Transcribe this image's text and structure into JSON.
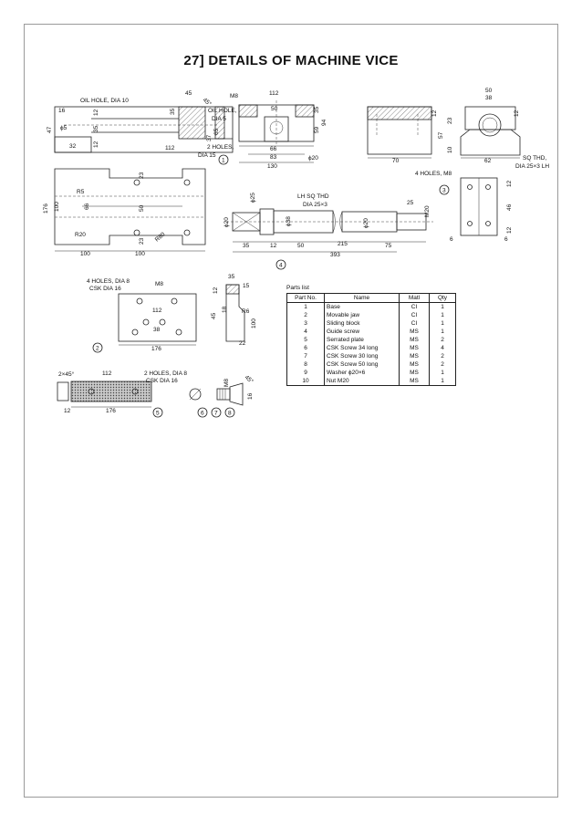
{
  "page": {
    "title": "27] DETAILS OF MACHINE VICE"
  },
  "drawing": {
    "labels": {
      "oil_hole_dia_10": "OIL HOLE, DIA 10",
      "m8_top": "M8",
      "oil_hole": "OIL HOLE,",
      "dia_5": "DIA 5",
      "two_holes": "2 HOLES,",
      "dia_15": "DIA 15",
      "phi20": "ϕ20",
      "sq_thd": "SQ THD,",
      "dia_25x3_lh": "DIA 25×3 LH",
      "four_holes_m8": "4 HOLES, M8",
      "lh_sq_thd": "LH SQ THD",
      "dia_25x3": "DIA 25×3",
      "m20": "M20",
      "r5": "R5",
      "r20": "R20",
      "r80": "R80",
      "four_holes_dia8": "4 HOLES, DIA 8",
      "csk_dia_16": "CSK DIA 16",
      "m8_mid": "M8",
      "r6": "R6",
      "chamfer": "2×45°",
      "two_holes_dia8": "2 HOLES, DIA 8",
      "csk_dia_16b": "CSK DIA 16",
      "m8_screw": "M8",
      "angle_45": "45°",
      "angle_45b": "45°"
    },
    "dims": {
      "d45": "45",
      "d112a": "112",
      "d16": "16",
      "d47": "47",
      "d12a": "12",
      "d35a": "35",
      "d32": "32",
      "d112b": "112",
      "d35b": "35",
      "d37": "37",
      "d65": "65",
      "d50a": "50",
      "d59": "59",
      "d35c": "35",
      "d94": "94",
      "d66a": "66",
      "d83": "83",
      "d130": "130",
      "phi5": "ϕ5",
      "d50b": "50",
      "d38a": "38",
      "d12b": "12",
      "d23a": "23",
      "d57": "57",
      "d10": "10",
      "d70": "70",
      "d62": "62",
      "d176a": "176",
      "d100a": "100",
      "d66b": "66",
      "d50c": "50",
      "d23b": "23",
      "d23c": "23",
      "d100b": "100",
      "d100c": "100",
      "phi25": "ϕ25",
      "phi38": "ϕ38",
      "phi20b": "ϕ20",
      "phi20c": "ϕ20",
      "d25": "25",
      "d35d": "35",
      "d12c": "12",
      "d50d": "50",
      "d215": "215",
      "d75": "75",
      "d393": "393",
      "d12d": "12",
      "d46": "46",
      "d12e": "12",
      "d6a": "6",
      "d6b": "6",
      "d112c": "112",
      "d38b": "38",
      "d176b": "176",
      "d35e": "35",
      "d12f": "12",
      "d15": "15",
      "d18": "18",
      "d45b": "45",
      "d100d": "100",
      "d22": "22",
      "d12g": "12",
      "d176c": "176",
      "d12h": "12",
      "d16b": "16"
    },
    "callouts": [
      "1",
      "2",
      "3",
      "4",
      "5",
      "6",
      "7",
      "8"
    ]
  },
  "parts_list": {
    "caption": "Parts list",
    "headers": [
      "Part No.",
      "Name",
      "Matl",
      "Qty"
    ],
    "rows": [
      [
        "1",
        "Base",
        "CI",
        "1"
      ],
      [
        "2",
        "Movable jaw",
        "CI",
        "1"
      ],
      [
        "3",
        "Sliding block",
        "CI",
        "1"
      ],
      [
        "4",
        "Guide screw",
        "MS",
        "1"
      ],
      [
        "5",
        "Serrated plate",
        "MS",
        "2"
      ],
      [
        "6",
        "CSK Screw 34 long",
        "MS",
        "4"
      ],
      [
        "7",
        "CSK Screw 30 long",
        "MS",
        "2"
      ],
      [
        "8",
        "CSK Screw 50 long",
        "MS",
        "2"
      ],
      [
        "9",
        "Washer ϕ20×6",
        "MS",
        "1"
      ],
      [
        "10",
        "Nut M20",
        "MS",
        "1"
      ]
    ]
  }
}
